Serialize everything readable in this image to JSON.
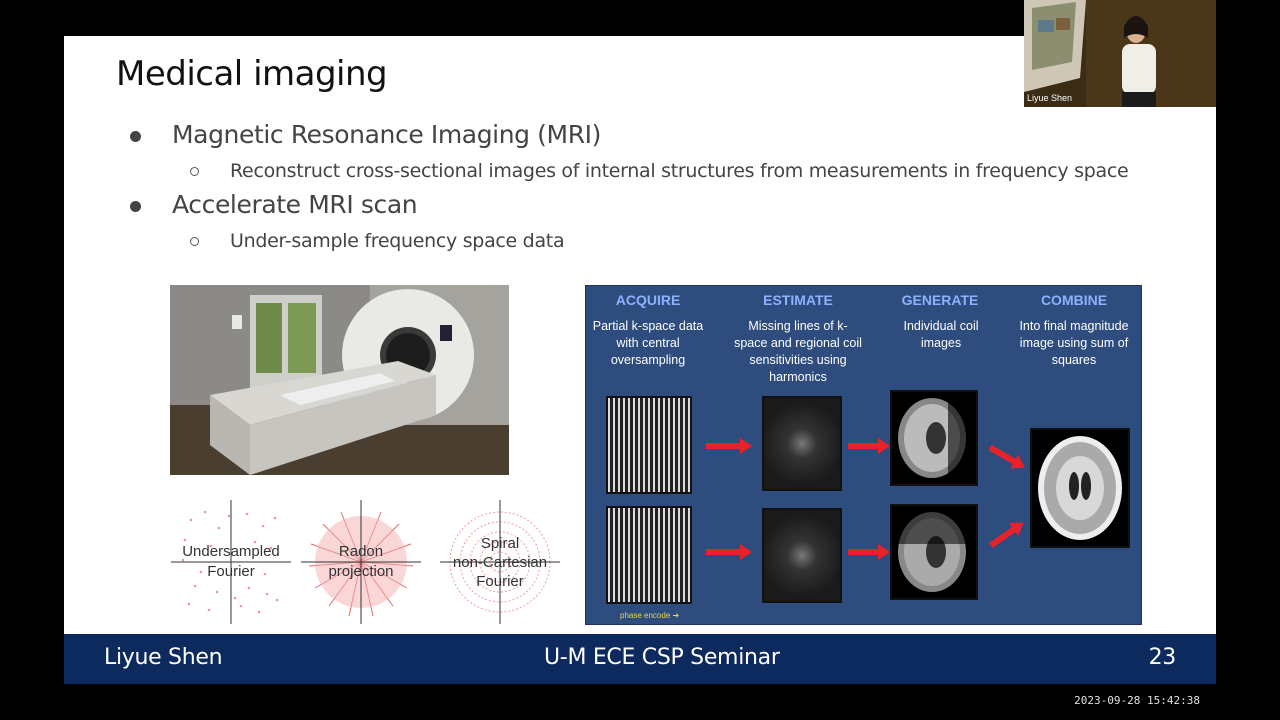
{
  "slide": {
    "title": "Medical imaging",
    "bullets": [
      {
        "text": "Magnetic Resonance Imaging (MRI)",
        "sub": "Reconstruct cross-sectional images of internal structures from measurements in frequency space"
      },
      {
        "text": "Accelerate MRI scan",
        "sub": "Under-sample frequency space data"
      }
    ],
    "sampling": [
      {
        "line1": "Undersampled",
        "line2": "Fourier"
      },
      {
        "line1": "Radon",
        "line2": "projection"
      },
      {
        "line1": "Spiral",
        "line2": "non-Cartesian",
        "line3": "Fourier"
      }
    ],
    "diagram": {
      "steps": [
        {
          "head": "ACQUIRE",
          "desc": "Partial k-space data with central oversampling"
        },
        {
          "head": "ESTIMATE",
          "desc": "Missing lines of k-space and regional coil sensitivities using harmonics"
        },
        {
          "head": "GENERATE",
          "desc": "Individual coil images"
        },
        {
          "head": "COMBINE",
          "desc": "Into final magnitude image using sum of squares"
        }
      ],
      "phase_label": "phase encode ➔",
      "arrow_color": "#e8222a",
      "panel_color": "#2e4c7d"
    },
    "footer": {
      "left": "Liyue Shen",
      "center": "U-M ECE CSP Seminar",
      "page": "23"
    },
    "footer_color": "#0d2a5f"
  },
  "webcam": {
    "name": "Liyue Shen"
  },
  "timestamp": "2023-09-28 15:42:38"
}
